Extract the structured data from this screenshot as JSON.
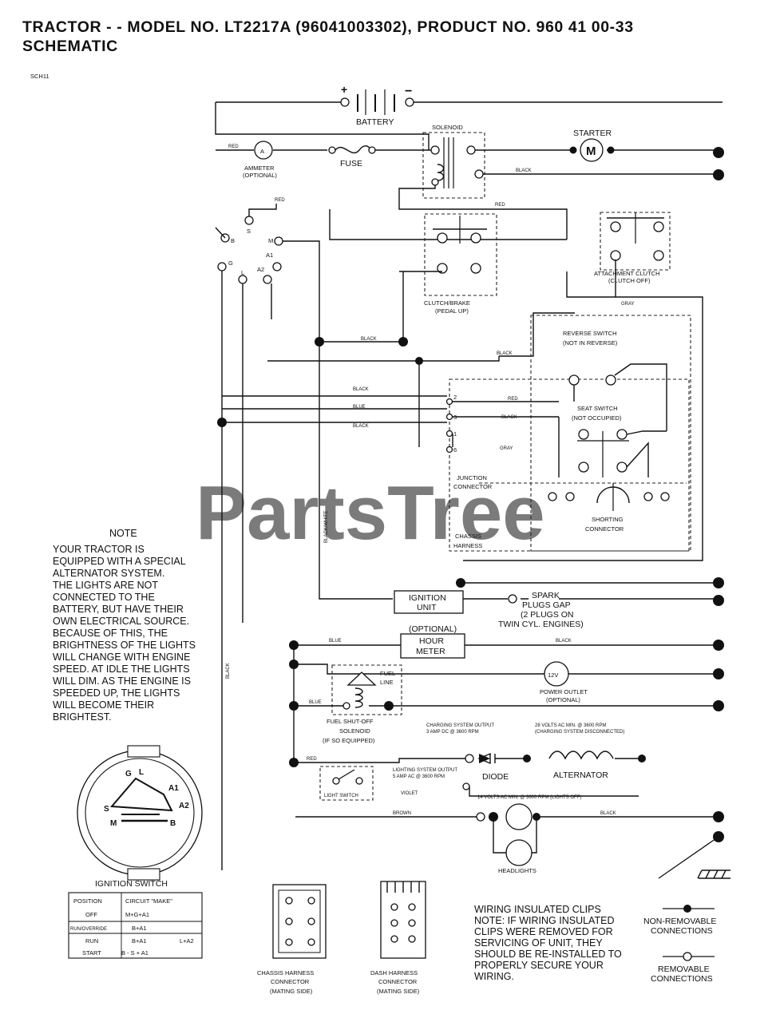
{
  "title": {
    "line1": "TRACTOR - - MODEL NO. LT2217A  (96041003302), PRODUCT NO. 960 41 00-33",
    "line2": "SCHEMATIC"
  },
  "ref": "SCH11",
  "watermark": "PartsTree",
  "labels": {
    "battery": "BATTERY",
    "solenoid": "SOLENOID",
    "starter": "STARTER",
    "starter_symbol": "M",
    "ammeter_symbol": "A",
    "ammeter": "AMMETER",
    "ammeter_opt": "(OPTIONAL)",
    "fuse": "FUSE",
    "clutch_brake": "CLUTCH/BRAKE",
    "clutch_brake_sub": "(PEDAL UP)",
    "attachment_clutch": "ATTACHMENT CLUTCH",
    "attachment_clutch_sub": "(CLUTCH OFF)",
    "reverse_switch": "REVERSE SWITCH",
    "reverse_switch_sub": "(NOT IN REVERSE)",
    "seat_switch": "SEAT SWITCH",
    "seat_switch_sub": "(NOT OCCUPIED)",
    "junction": "JUNCTION",
    "junction_sub": "CONNECTOR",
    "shorting": "SHORTING",
    "shorting_sub": "CONNECTOR",
    "chassis": "CHASSIS",
    "chassis_sub": "HARNESS",
    "ignition_unit_1": "IGNITION",
    "ignition_unit_2": "UNIT",
    "spark_1": "SPARK",
    "spark_2": "PLUGS GAP",
    "spark_3": "(2 PLUGS ON",
    "spark_4": "TWIN CYL. ENGINES)",
    "optional": "(OPTIONAL)",
    "hour_meter_1": "HOUR",
    "hour_meter_2": "METER",
    "fuel_line_1": "FUEL",
    "fuel_line_2": "LINE",
    "power_outlet_symbol": "12V",
    "power_outlet": "POWER OUTLET",
    "power_outlet_opt": "(OPTIONAL)",
    "fuel_solenoid_1": "FUEL SHUT-OFF",
    "fuel_solenoid_2": "SOLENOID",
    "fuel_solenoid_3": "(IF SO EQUIPPED)",
    "charging_1": "CHARGING SYSTEM OUTPUT",
    "charging_2": "3 AMP DC @ 3600 RPM",
    "alt_volts_1": "28 VOLTS AC MIN. @ 3600 RPM",
    "alt_volts_2": "(CHARGING SYSTEM DISCONNECTED)",
    "lighting_1": "LIGHTING SYSTEM OUTPUT",
    "lighting_2": "5 AMP AC @ 3600 RPM",
    "diode": "DIODE",
    "alternator": "ALTERNATOR",
    "light_volts": "14 VOLTS AC MIN. @ 3600 RPM (LIGHTS OFF)",
    "light_switch": "LIGHT SWITCH",
    "headlights": "HEADLIGHTS",
    "ignition_switch": "IGNITION SWITCH",
    "chassis_conn_1": "CHASSIS HARNESS",
    "chassis_conn_2": "CONNECTOR",
    "chassis_conn_3": "(MATING SIDE)",
    "dash_conn_1": "DASH HARNESS",
    "dash_conn_2": "CONNECTOR",
    "dash_conn_3": "(MATING SIDE)",
    "non_removable_1": "NON-REMOVABLE",
    "non_removable_2": "CONNECTIONS",
    "removable_1": "REMOVABLE",
    "removable_2": "CONNECTIONS"
  },
  "wire_colors": {
    "red": "RED",
    "black": "BLACK",
    "blue": "BLUE",
    "gray": "GRAY",
    "white": "WHITE",
    "brown": "BROWN",
    "violet": "VIOLET",
    "black_white": "BLACK/WHITE"
  },
  "note": {
    "heading": "NOTE",
    "lines": [
      "YOUR TRACTOR IS",
      "EQUIPPED WITH A SPECIAL",
      "ALTERNATOR SYSTEM.",
      "THE LIGHTS ARE NOT",
      "CONNECTED TO THE",
      "BATTERY, BUT HAVE THEIR",
      "OWN ELECTRICAL SOURCE.",
      "BECAUSE OF THIS, THE",
      "BRIGHTNESS OF THE LIGHTS",
      "WILL CHANGE WITH ENGINE",
      "SPEED. AT IDLE THE LIGHTS",
      "WILL DIM. AS THE ENGINE IS",
      "SPEEDED UP, THE LIGHTS",
      "WILL BECOME THEIR",
      "BRIGHTEST."
    ]
  },
  "wiring_note": {
    "lines": [
      "WIRING INSULATED CLIPS",
      "NOTE: IF WIRING INSULATED",
      "CLIPS WERE REMOVED FOR",
      "SERVICING OF UNIT, THEY",
      "SHOULD BE RE-INSTALLED TO",
      "PROPERLY SECURE YOUR",
      "WIRING."
    ]
  },
  "ignition_terminals": [
    "B",
    "S",
    "M",
    "A1",
    "A2",
    "G",
    "L"
  ],
  "ignition_table": {
    "headers": [
      "POSITION",
      "CIRCUIT \"MAKE\""
    ],
    "rows": [
      [
        "OFF",
        "M+G+A1"
      ],
      [
        "RUN/OVERRIDE",
        "B+A1"
      ],
      [
        "RUN",
        "B+A1",
        "L+A2"
      ],
      [
        "START",
        "B - S + A1"
      ]
    ]
  },
  "junction_pins": [
    "2",
    "3",
    "1",
    "6"
  ]
}
